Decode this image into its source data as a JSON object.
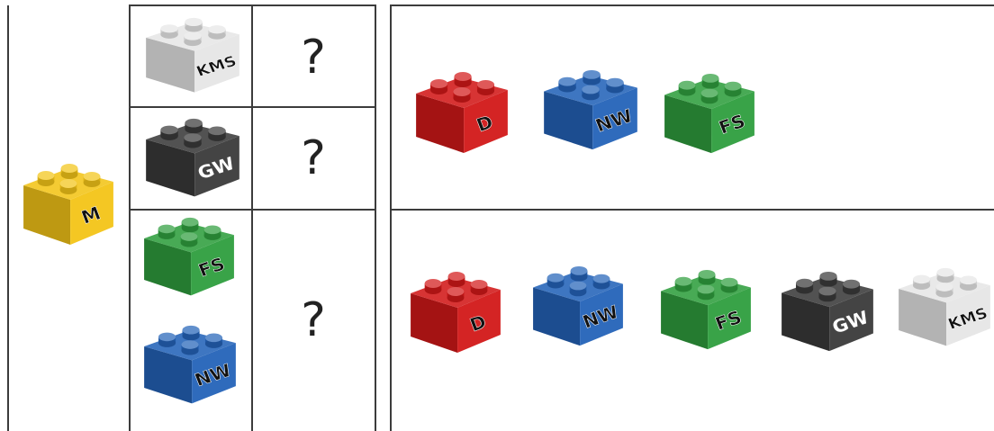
{
  "left_table": {
    "key_brick": {
      "label": "M",
      "color": "yellow"
    },
    "rows": [
      {
        "bricks": [
          {
            "label": "KMS",
            "color": "white"
          }
        ],
        "answer": "?"
      },
      {
        "bricks": [
          {
            "label": "GW",
            "color": "black"
          }
        ],
        "answer": "?"
      },
      {
        "bricks": [
          {
            "label": "FS",
            "color": "green"
          },
          {
            "label": "NW",
            "color": "blue"
          }
        ],
        "answer": "?"
      }
    ]
  },
  "right_panel": {
    "top_row": [
      {
        "label": "D",
        "color": "red"
      },
      {
        "label": "NW",
        "color": "blue"
      },
      {
        "label": "FS",
        "color": "green"
      }
    ],
    "bottom_row": [
      {
        "label": "D",
        "color": "red"
      },
      {
        "label": "NW",
        "color": "blue"
      },
      {
        "label": "FS",
        "color": "green"
      },
      {
        "label": "GW",
        "color": "black"
      },
      {
        "label": "KMS",
        "color": "white"
      }
    ]
  },
  "palette": {
    "yellow": "#f3c417",
    "white": "#e6e6e6",
    "black": "#3a3a3a",
    "green": "#2f9e3e",
    "blue": "#2463b8",
    "red": "#d21818"
  }
}
